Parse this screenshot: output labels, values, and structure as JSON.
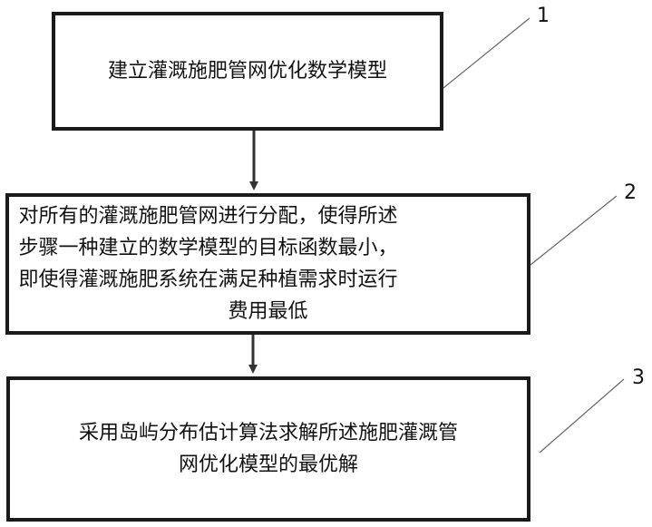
{
  "steps": [
    {
      "number": "1",
      "lines": [
        "建立灌溉施肥管网优化数学模型"
      ]
    },
    {
      "number": "2",
      "lines": [
        "对所有的灌溉施肥管网进行分配，使得所述",
        "步骤一种建立的数学模型的目标函数最小，",
        "即使得灌溉施肥系统在满足种植需求时运行",
        "费用最低"
      ]
    },
    {
      "number": "3",
      "lines": [
        "采用岛屿分布估计算法求解所述施肥灌溉管",
        "网优化模型的最优解"
      ]
    }
  ]
}
